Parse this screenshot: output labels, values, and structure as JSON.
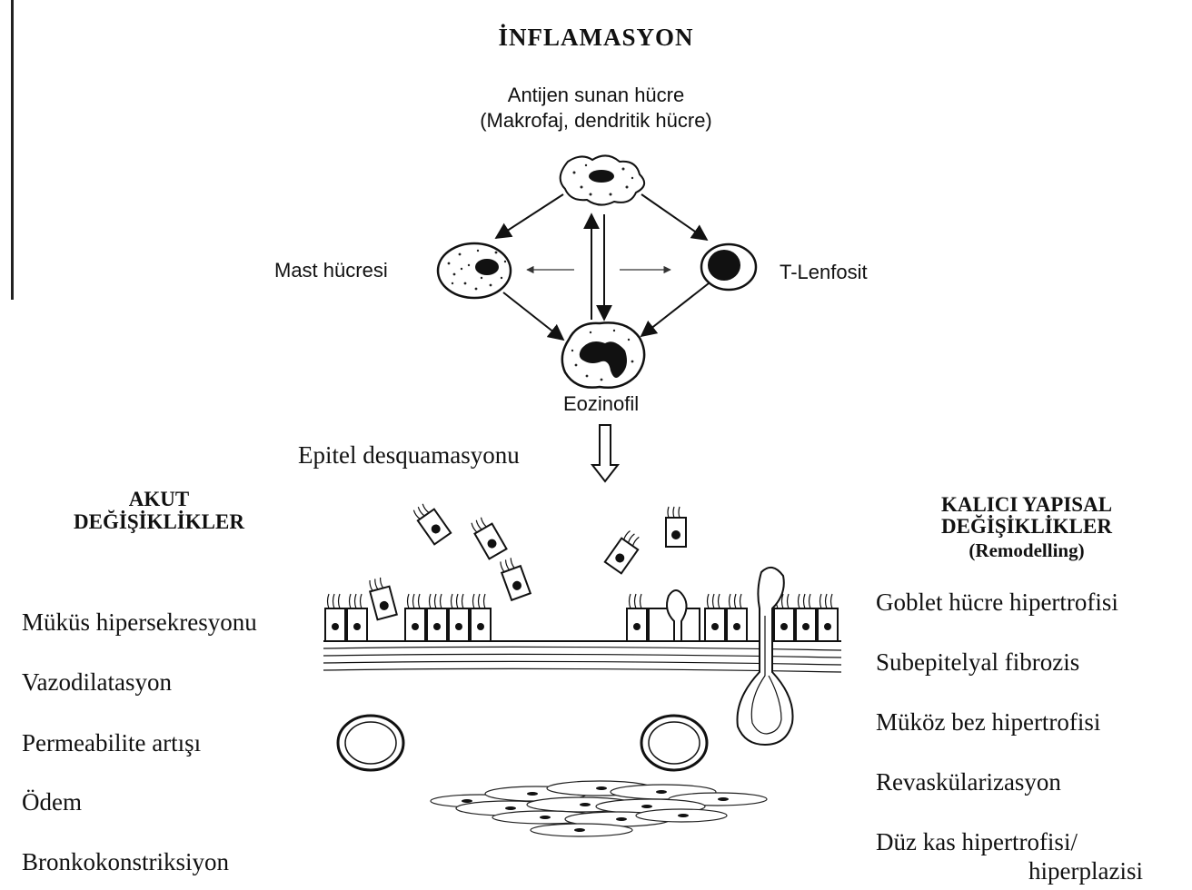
{
  "title": "İNFLAMASYON",
  "cells": {
    "apc_line1": "Antijen sunan hücre",
    "apc_line2": "(Makrofaj, dendritik hücre)",
    "mast": "Mast hücresi",
    "tcell": "T-Lenfosit",
    "eosinophil": "Eozinofil"
  },
  "epithelium_label": "Epitel desquamasyonu",
  "acute": {
    "heading_line1": "AKUT",
    "heading_line2": "DEĞİŞİKLİKLER",
    "items": [
      "Müküs hipersekresyonu",
      "Vazodilatasyon",
      "Permeabilite artışı",
      "Ödem",
      "Bronkokonstriksiyon"
    ]
  },
  "chronic": {
    "heading_line1": "KALICI YAPISAL",
    "heading_line2": "DEĞİŞİKLİKLER",
    "heading_line3": "(Remodelling)",
    "items": [
      "Goblet hücre hipertrofisi",
      "Subepitelyal fibrozis",
      "Müköz bez hipertrofisi",
      "Revaskülarizasyon",
      "Düz kas hipertrofisi/",
      "hiperplazisi"
    ]
  }
}
